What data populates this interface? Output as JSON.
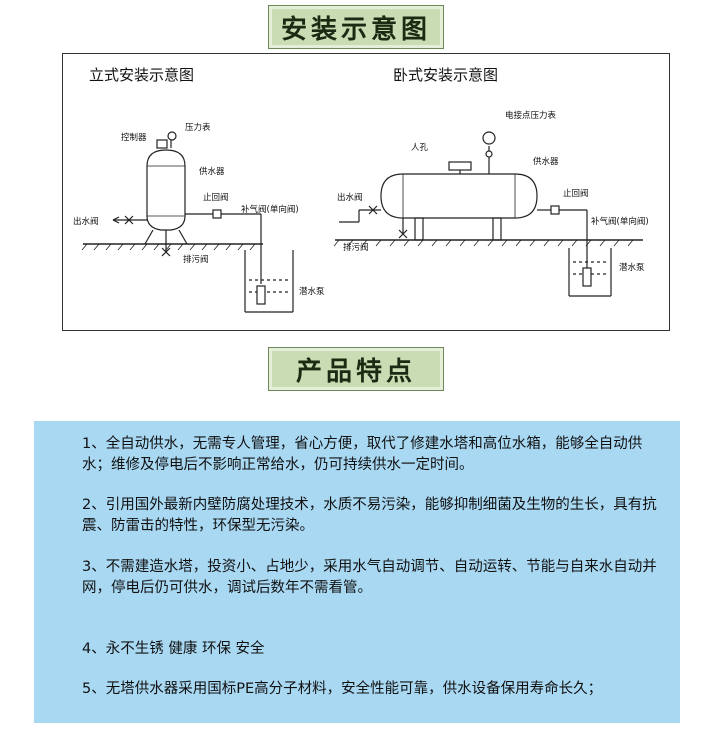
{
  "titles": {
    "diagram": "安装示意图",
    "features": "产品特点"
  },
  "diagram": {
    "vertical": {
      "title": "立式安装示意图",
      "labels": {
        "controller": "控制器",
        "pressure_gauge": "压力表",
        "tank": "供水器",
        "check_valve": "止回阀",
        "air_valve": "补气阀(单向阀)",
        "outlet_valve": "出水阀",
        "drain_valve": "排污阀",
        "pump": "潜水泵"
      }
    },
    "horizontal": {
      "title": "卧式安装示意图",
      "labels": {
        "contact_gauge": "电接点压力表",
        "manhole": "人孔",
        "tank": "供水器",
        "outlet_valve": "出水阀",
        "check_valve": "止回阀",
        "air_valve": "补气阀(单向阀)",
        "drain_valve": "排污阀",
        "pump": "潜水泵"
      }
    }
  },
  "features": [
    "1、全自动供水，无需专人管理，省心方便，取代了修建水塔和高位水箱，能够全自动供水；维修及停电后不影响正常给水，仍可持续供水一定时间。",
    "2、引用国外最新内壁防腐处理技术，水质不易污染，能够抑制细菌及生物的生长，具有抗震、防雷击的特性，环保型无污染。",
    "3、不需建造水塔，投资小、占地少，采用水气自动调节、自动运转、节能与自来水自动并网，停电后仍可供水，调试后数年不需看管。",
    "4、永不生锈 健康 环保 安全",
    "5、无塔供水器采用国标PE高分子材料，安全性能可靠，供水设备保用寿命长久；"
  ]
}
